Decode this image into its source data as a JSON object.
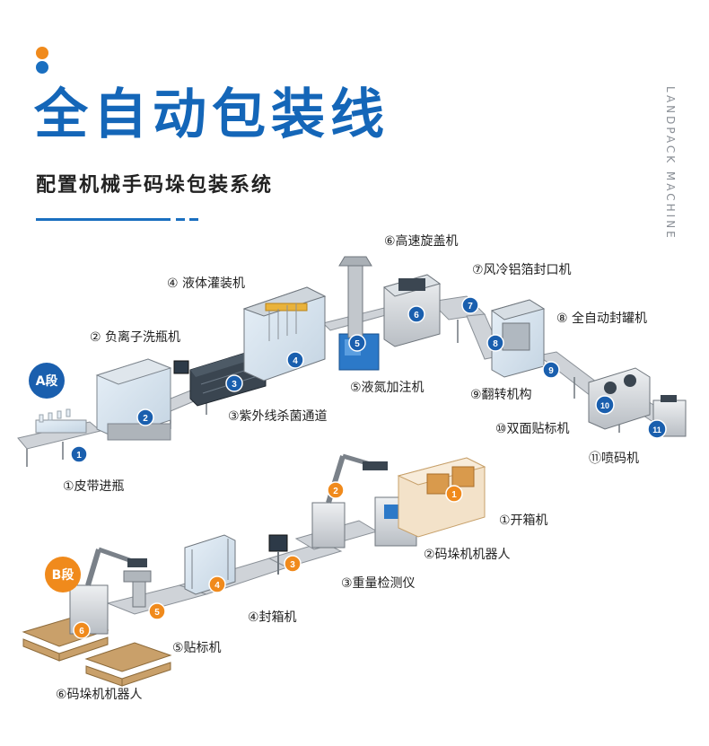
{
  "header": {
    "title": "全自动包装线",
    "subtitle": "配置机械手码垛包装系统",
    "brand_vertical": "LANDPACK MACHINE"
  },
  "segments": {
    "a": "A段",
    "b": "B段"
  },
  "section_a": {
    "labels": [
      "①皮带进瓶",
      "② 负离子洗瓶机",
      "③紫外线杀菌通道",
      "④ 液体灌装机",
      "⑤液氮加注机",
      "⑥高速旋盖机",
      "⑦风冷铝箔封口机",
      "⑧ 全自动封罐机",
      "⑨翻转机构",
      "⑩双面贴标机",
      "⑪喷码机"
    ],
    "markers": [
      "1",
      "2",
      "3",
      "4",
      "5",
      "6",
      "7",
      "8",
      "9",
      "10",
      "11"
    ]
  },
  "section_b": {
    "labels": [
      "①开箱机",
      "②码垛机机器人",
      "③重量检测仪",
      "④封箱机",
      "⑤贴标机",
      "⑥码垛机机器人"
    ],
    "markers": [
      "1",
      "2",
      "3",
      "4",
      "5",
      "6"
    ]
  },
  "colors": {
    "title_blue": "#1466b8",
    "marker_blue": "#1a5fae",
    "marker_orange": "#f08a1c",
    "machine_grey": "#d6d9dd",
    "frame_dark": "#4b525a",
    "pallet_wood": "#c9a06a"
  }
}
